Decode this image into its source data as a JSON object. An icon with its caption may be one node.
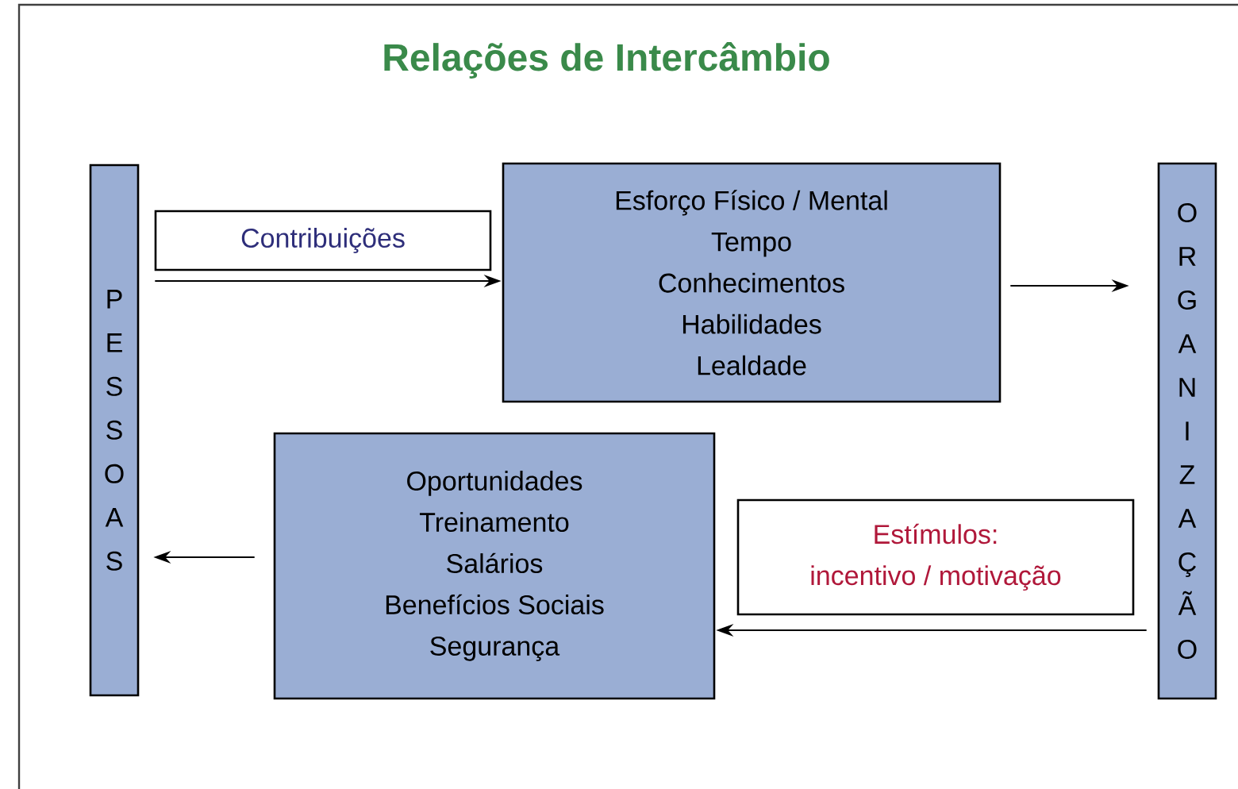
{
  "diagram": {
    "title": "Relações de Intercâmbio",
    "nodes": [
      {
        "text": [
          "PESSOAS"
        ]
      },
      {
        "text": [
          "Contribuições"
        ]
      },
      {
        "text": [
          "Esforço Físico / Mental",
          "Tempo",
          "Conhecimentos",
          "Habilidades",
          "Lealdade"
        ]
      },
      {
        "text": [
          "ORGANIZAÇÃO"
        ]
      },
      {
        "text": [
          "Estímulos:",
          "incentivo / motivação"
        ]
      },
      {
        "text": [
          "Oportunidades",
          "Treinamento",
          "Salários",
          "Benefícios Sociais",
          "Segurança"
        ]
      }
    ],
    "edges": [
      {
        "from": 0,
        "to": 2,
        "arrow": "to"
      },
      {
        "from": 2,
        "to": 3,
        "arrow": "to"
      },
      {
        "from": 3,
        "to": 5,
        "arrow": "to"
      },
      {
        "from": 5,
        "to": 0,
        "arrow": "to"
      }
    ]
  }
}
